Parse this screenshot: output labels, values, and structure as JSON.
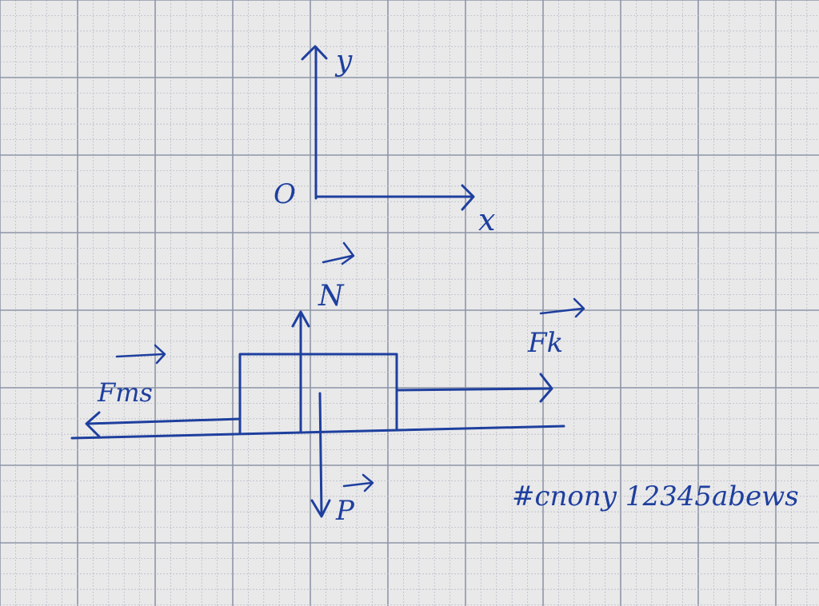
{
  "colors": {
    "paper": "#e9e9ea",
    "grid_major": "#8e95a6",
    "grid_minor": "#b9bdc8",
    "ink": "#1e3f9e"
  },
  "axes": {
    "y_label": "y",
    "x_label": "x",
    "origin_label": "O"
  },
  "forces": {
    "normal": "N",
    "weight": "P",
    "pull": "Fk",
    "friction": "Fms"
  },
  "signature": "#cnony 12345abews"
}
